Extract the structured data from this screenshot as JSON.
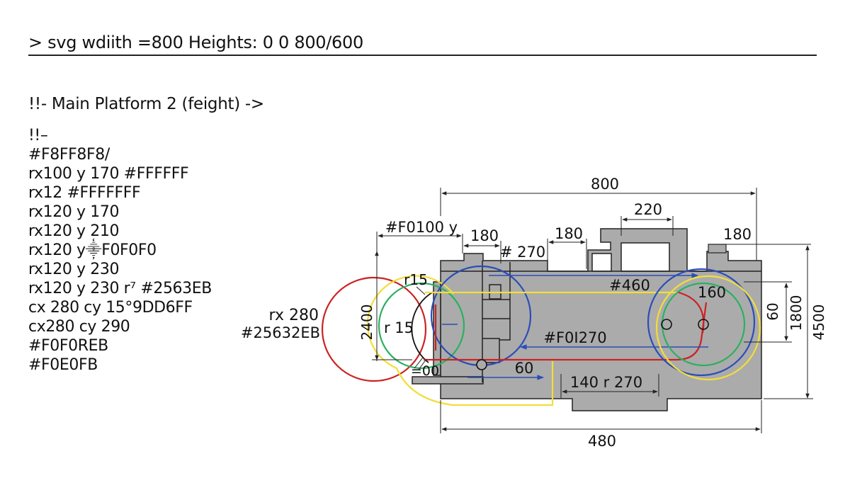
{
  "header": {
    "title": "> svg wdiith =800 Heights: 0 0 800/600"
  },
  "comment": "!!- Main Platform 2 (feight) ->",
  "code_lines": [
    "!!–",
    "#F8FF8F8/",
    "rx100 y 170  #FFFFFF",
    "rx12 #FFFFFFF",
    "rx120 y 170",
    "rx120 y 210",
    "rx120 y⸎F0F0F0",
    "rx120 y 230",
    "rx120 y 230 r⁷ #2563EB",
    " cx 280 cy 15°9DD6FF",
    "cx280 cy 290",
    " #F0F0REB",
    " #F0E0FB"
  ],
  "diagram": {
    "left_label_line1": "rx 280",
    "left_label_line2": "#25632EB",
    "dimensions": {
      "top_overall": "800",
      "top_left": "#F0100 y",
      "top_180_a": "180",
      "top_hash_270": "# 270",
      "top_180_b": "180",
      "top_220": "220",
      "top_180_c": "180",
      "left_vertical": "2400",
      "r15_top": "r15",
      "r15_inner": "r 15",
      "small_00": "=00",
      "hash_460": "#460",
      "circle_160": "160",
      "center_hash_270": "#F0I270",
      "dim_60_bottom": "60",
      "dim_140_r270": "140 r 270",
      "bottom_overall": "480",
      "right_60": "60",
      "right_1800": "1800",
      "right_4500": "4500"
    },
    "colors": {
      "platform_fill": "#ABABAB",
      "outline": "#222222",
      "red": "#CC2222",
      "blue": "#2A4DB8",
      "green": "#2BB062",
      "yellow": "#F2DE3A",
      "hole_fill": "#FFFFFF"
    }
  }
}
